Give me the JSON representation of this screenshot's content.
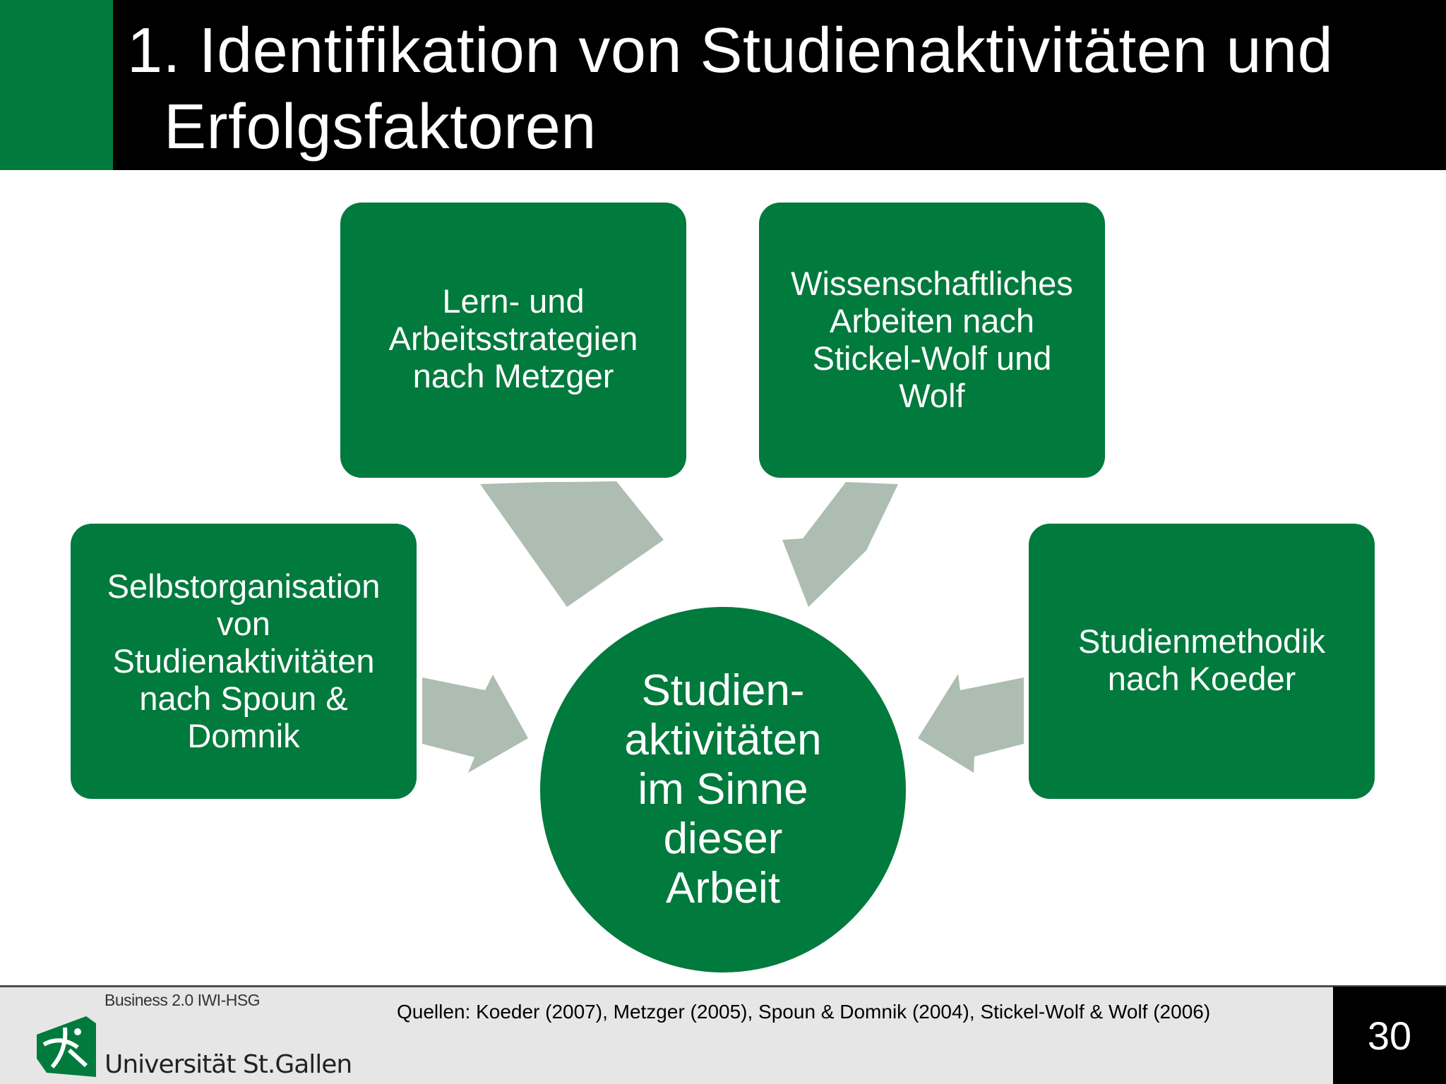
{
  "title": {
    "line1": "1. Identifikation von Studienaktivitäten und",
    "line2": "Erfolgsfaktoren"
  },
  "diagram": {
    "boxes": [
      {
        "id": "metzger",
        "lines": [
          "Lern- und",
          "Arbeitsstrategien",
          "nach Metzger"
        ]
      },
      {
        "id": "stickel",
        "lines": [
          "Wissenschaftliches",
          "Arbeiten nach",
          "Stickel-Wolf und",
          "Wolf"
        ]
      },
      {
        "id": "spoun",
        "lines": [
          "Selbstorganisation",
          "von",
          "Studienaktivitäten",
          "nach Spoun &",
          "Domnik"
        ]
      },
      {
        "id": "koeder",
        "lines": [
          "Studienmethodik",
          "nach Koeder"
        ]
      }
    ],
    "center": {
      "lines": [
        "Studien-",
        "aktivitäten",
        "im Sinne",
        "dieser",
        "Arbeit"
      ]
    }
  },
  "footer": {
    "brand_small": "Business 2.0 IWI-HSG",
    "brand": "Universität St.Gallen",
    "sources": "Quellen: Koeder (2007), Metzger (2005), Spoun & Domnik (2004), Stickel-Wolf & Wolf (2006)",
    "page_number": "30"
  },
  "colors": {
    "green": "#007a3d",
    "arrow": "#adbdb1",
    "header_bg": "#000000",
    "footer_bg": "#e6e6e6"
  }
}
